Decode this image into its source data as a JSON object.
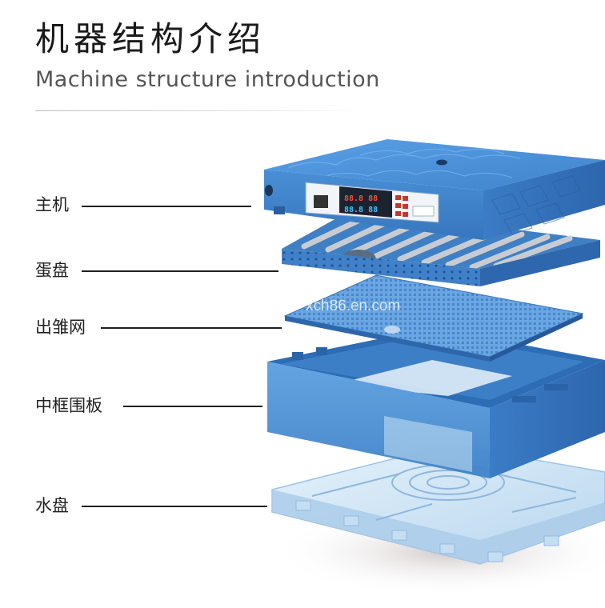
{
  "title_cn": "机器结构介绍",
  "title_en": "Machine structure introduction",
  "watermark": "xch86.en.com",
  "parts": [
    {
      "label": "主机"
    },
    {
      "label": "蛋盘"
    },
    {
      "label": "出雏网"
    },
    {
      "label": "中框围板"
    },
    {
      "label": "水盘"
    }
  ],
  "display": {
    "digits_top": "88.8 88",
    "digits_bottom": "88.8 88"
  },
  "colors": {
    "body_blue": "#4a8fd6",
    "body_dark": "#2f6fb8",
    "panel_dark": "#1b2230",
    "transparent_tray": "#cfe6f5"
  }
}
